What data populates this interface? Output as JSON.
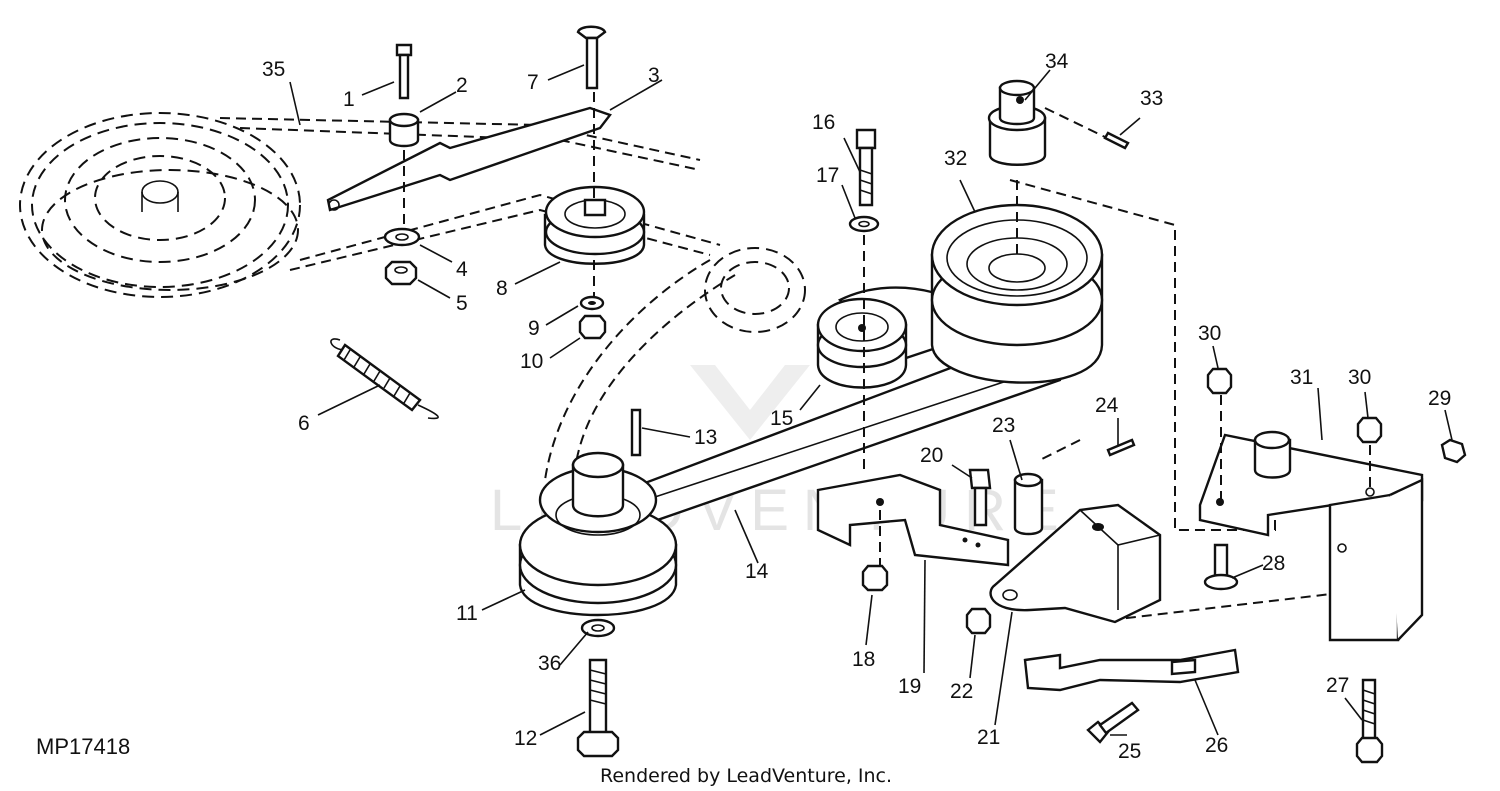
{
  "figure_id": "MP17418",
  "footer": "Rendered by LeadVenture, Inc.",
  "watermark": "LEADVENTURE",
  "colors": {
    "line": "#111111",
    "background": "#ffffff",
    "watermark": "#e4e4e4"
  },
  "callouts": {
    "c1": "1",
    "c2": "2",
    "c3": "3",
    "c4": "4",
    "c5": "5",
    "c6": "6",
    "c7": "7",
    "c8": "8",
    "c9": "9",
    "c10": "10",
    "c11": "11",
    "c12": "12",
    "c13": "13",
    "c14": "14",
    "c15": "15",
    "c16": "16",
    "c17": "17",
    "c18": "18",
    "c19": "19",
    "c20": "20",
    "c21": "21",
    "c22": "22",
    "c23": "23",
    "c24": "24",
    "c25": "25",
    "c26": "26",
    "c27": "27",
    "c28": "28",
    "c29": "29",
    "c30a": "30",
    "c30b": "30",
    "c31": "31",
    "c32": "32",
    "c33": "33",
    "c34": "34",
    "c35": "35",
    "c36": "36"
  }
}
